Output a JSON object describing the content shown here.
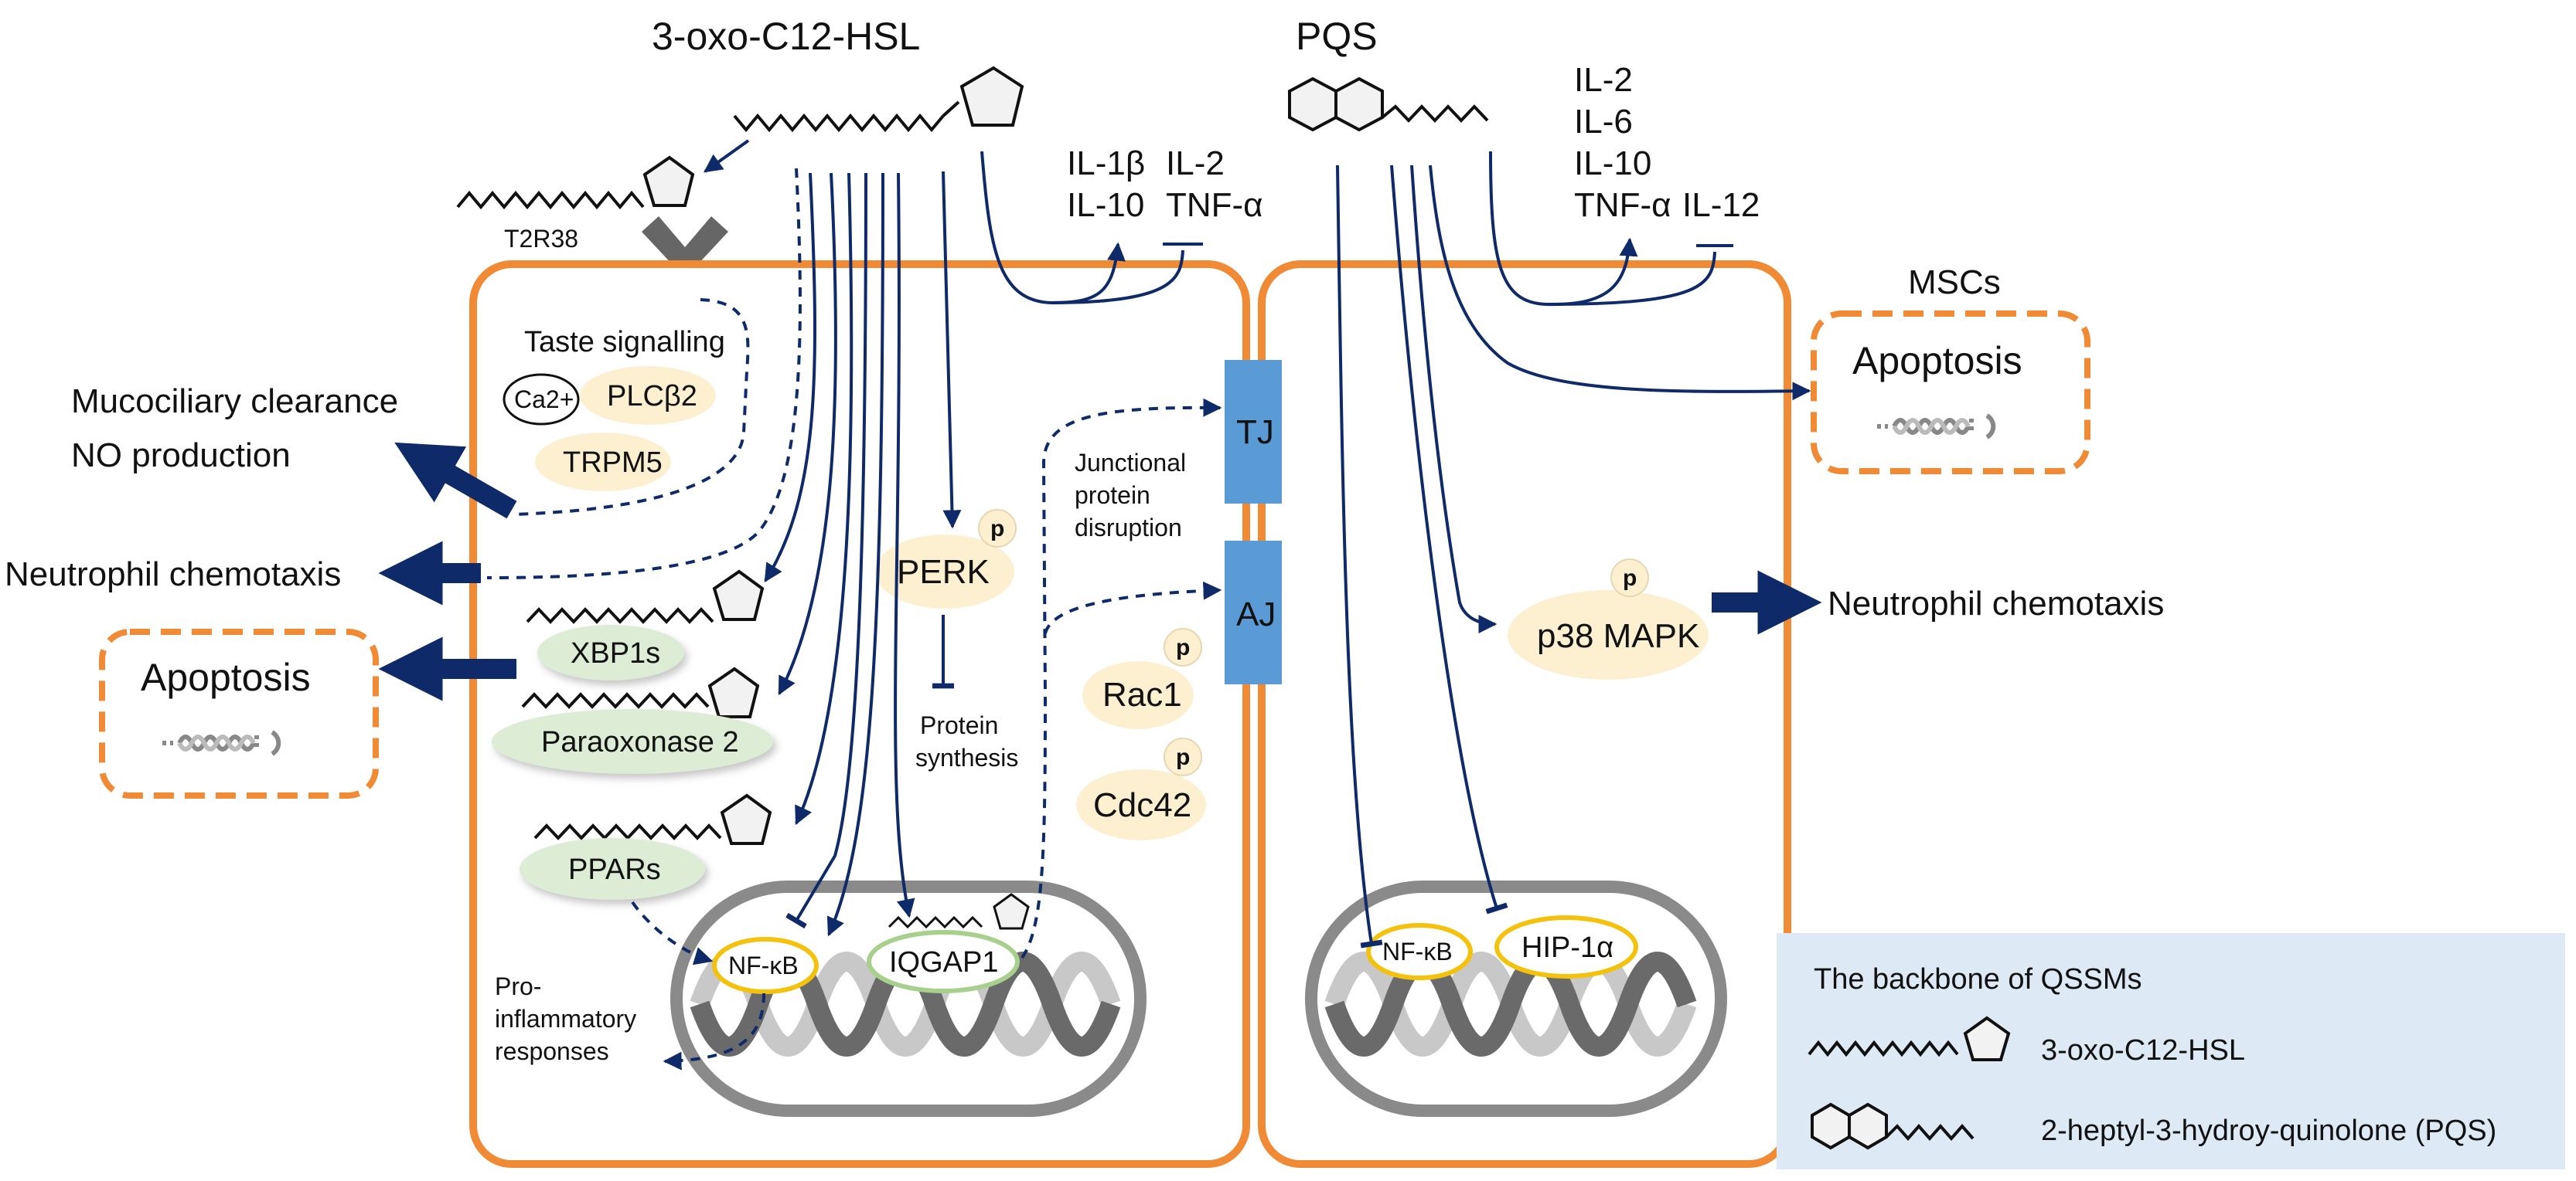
{
  "header": {
    "hsl_title": "3-oxo-C12-HSL",
    "pqs_title": "PQS"
  },
  "left_cell": {
    "receptor_label": "T2R38",
    "taste_signalling": "Taste signalling",
    "calcium": "Ca2+",
    "plcb2": "PLCβ2",
    "trpm5": "TRPM5",
    "xbp1s": "XBP1s",
    "paraoxonase": "Paraoxonase 2",
    "ppars": "PPARs",
    "perk": "PERK",
    "protein_synthesis_1": "Protein",
    "protein_synthesis_2": "synthesis",
    "junctional_1": "Junctional",
    "junctional_2": "protein",
    "junctional_3": "disruption",
    "rac1": "Rac1",
    "cdc42": "Cdc42",
    "nfkb": "NF-κB",
    "iqgap1": "IQGAP1",
    "pro_inflam_1": "Pro-",
    "pro_inflam_2": "inflammatory",
    "pro_inflam_3": "responses",
    "phospho": "p"
  },
  "left_cytokines": {
    "il1b": "IL-1β",
    "il10": "IL-10",
    "il2": "IL-2",
    "tnfa": "TNF-α"
  },
  "junctions": {
    "tj": "TJ",
    "aj": "AJ"
  },
  "left_outputs": {
    "mucociliary": "Mucociliary clearance",
    "no_production": "NO production",
    "neutrophil": "Neutrophil chemotaxis",
    "apoptosis": "Apoptosis"
  },
  "right_cell": {
    "p38": "p38 MAPK",
    "nfkb": "NF-κB",
    "hip1a": "HIP-1α",
    "phospho": "p"
  },
  "right_cytokines": {
    "il2": "IL-2",
    "il6": "IL-6",
    "il10": "IL-10",
    "tnfa": "TNF-α",
    "il12": "IL-12"
  },
  "right_outputs": {
    "mscs": "MSCs",
    "apoptosis": "Apoptosis",
    "neutrophil": "Neutrophil chemotaxis"
  },
  "legend": {
    "title": "The backbone of QSSMs",
    "hsl": "3-oxo-C12-HSL",
    "pqs": "2-heptyl-3-hydroy-quinolone (PQS)"
  },
  "colors": {
    "membrane": "#f08a35",
    "arrow": "#0f2a68",
    "junction": "#5b9bd5",
    "yellow_protein": "#fdf0d0",
    "green_protein": "#dcecd5",
    "nucleus": "#8a8a8a",
    "legend_bg": "#dde9f5"
  }
}
